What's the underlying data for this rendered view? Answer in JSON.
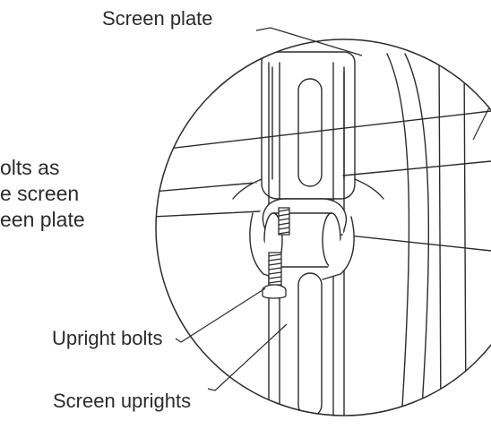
{
  "labels": {
    "screen_plate": "Screen plate",
    "upright_bolts": "Upright bolts",
    "screen_uprights": "Screen uprights"
  },
  "instructions": [
    "olts as",
    "e screen",
    "een plate"
  ],
  "colors": {
    "ink": "#2b2b2b",
    "background": "#ffffff"
  }
}
